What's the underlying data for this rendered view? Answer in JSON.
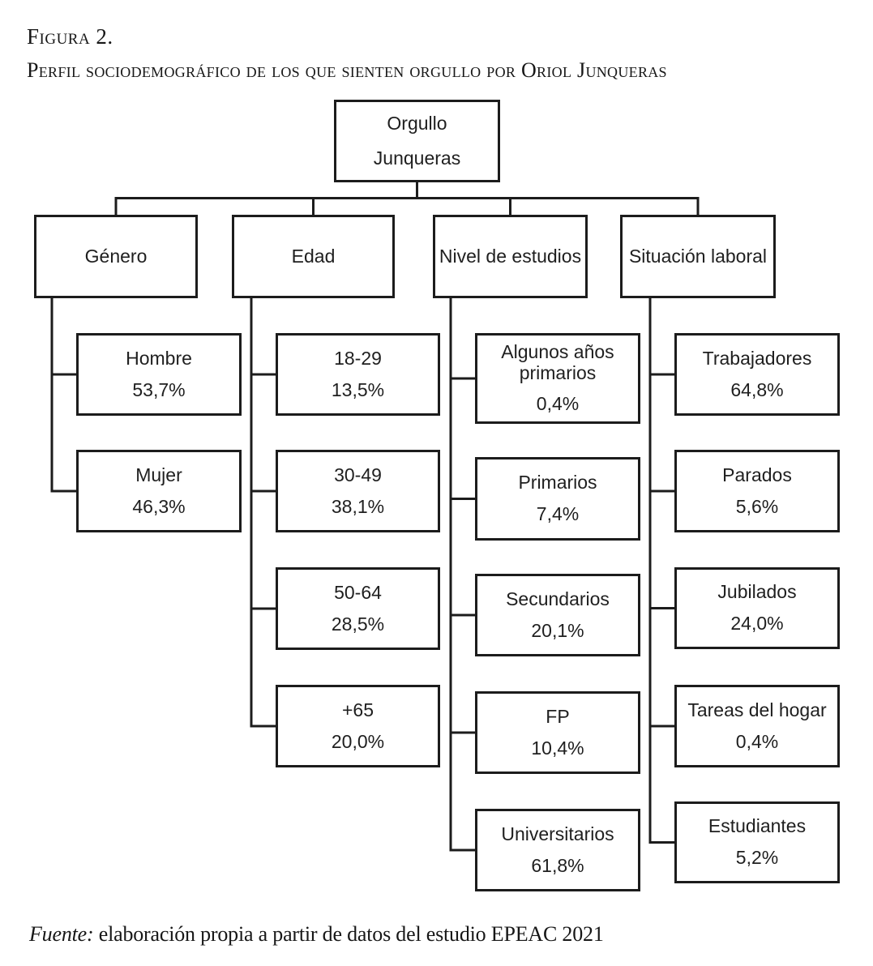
{
  "figure": {
    "label": "Figura 2.",
    "title": "Perfil sociodemográfico de los que sienten orgullo por Oriol Junqueras",
    "source_prefix": "Fuente:",
    "source_text": " elaboración propia a partir de datos del estudio EPEAC 2021"
  },
  "tree": {
    "root": {
      "lines": [
        "Orgullo",
        "Junqueras"
      ]
    },
    "categories": [
      {
        "label": "Género",
        "children": [
          {
            "label": "Hombre",
            "value": "53,7%"
          },
          {
            "label": "Mujer",
            "value": "46,3%"
          }
        ]
      },
      {
        "label": "Edad",
        "children": [
          {
            "label": "18-29",
            "value": "13,5%"
          },
          {
            "label": "30-49",
            "value": "38,1%"
          },
          {
            "label": "50-64",
            "value": "28,5%"
          },
          {
            "label": "+65",
            "value": "20,0%"
          }
        ]
      },
      {
        "label": "Nivel de estudios",
        "children": [
          {
            "label": "Algunos años primarios",
            "value": "0,4%"
          },
          {
            "label": "Primarios",
            "value": "7,4%"
          },
          {
            "label": "Secundarios",
            "value": "20,1%"
          },
          {
            "label": "FP",
            "value": "10,4%"
          },
          {
            "label": "Universitarios",
            "value": "61,8%"
          }
        ]
      },
      {
        "label": "Situación laboral",
        "children": [
          {
            "label": "Trabajadores",
            "value": "64,8%"
          },
          {
            "label": "Parados",
            "value": "5,6%"
          },
          {
            "label": "Jubilados",
            "value": "24,0%"
          },
          {
            "label": "Tareas del hogar",
            "value": "0,4%"
          },
          {
            "label": "Estudiantes",
            "value": "5,2%"
          }
        ]
      }
    ]
  },
  "chart_data": {
    "type": "tree",
    "title": "Perfil sociodemográfico de los que sienten orgullo por Oriol Junqueras",
    "root": "Orgullo Junqueras",
    "groups": [
      {
        "name": "Género",
        "categories": [
          "Hombre",
          "Mujer"
        ],
        "values_pct": [
          53.7,
          46.3
        ]
      },
      {
        "name": "Edad",
        "categories": [
          "18-29",
          "30-49",
          "50-64",
          "+65"
        ],
        "values_pct": [
          13.5,
          38.1,
          28.5,
          20.0
        ]
      },
      {
        "name": "Nivel de estudios",
        "categories": [
          "Algunos años primarios",
          "Primarios",
          "Secundarios",
          "FP",
          "Universitarios"
        ],
        "values_pct": [
          0.4,
          7.4,
          20.1,
          10.4,
          61.8
        ]
      },
      {
        "name": "Situación laboral",
        "categories": [
          "Trabajadores",
          "Parados",
          "Jubilados",
          "Tareas del hogar",
          "Estudiantes"
        ],
        "values_pct": [
          64.8,
          5.6,
          24.0,
          0.4,
          5.2
        ]
      }
    ],
    "source": "Fuente: elaboración propia a partir de datos del estudio EPEAC 2021"
  }
}
